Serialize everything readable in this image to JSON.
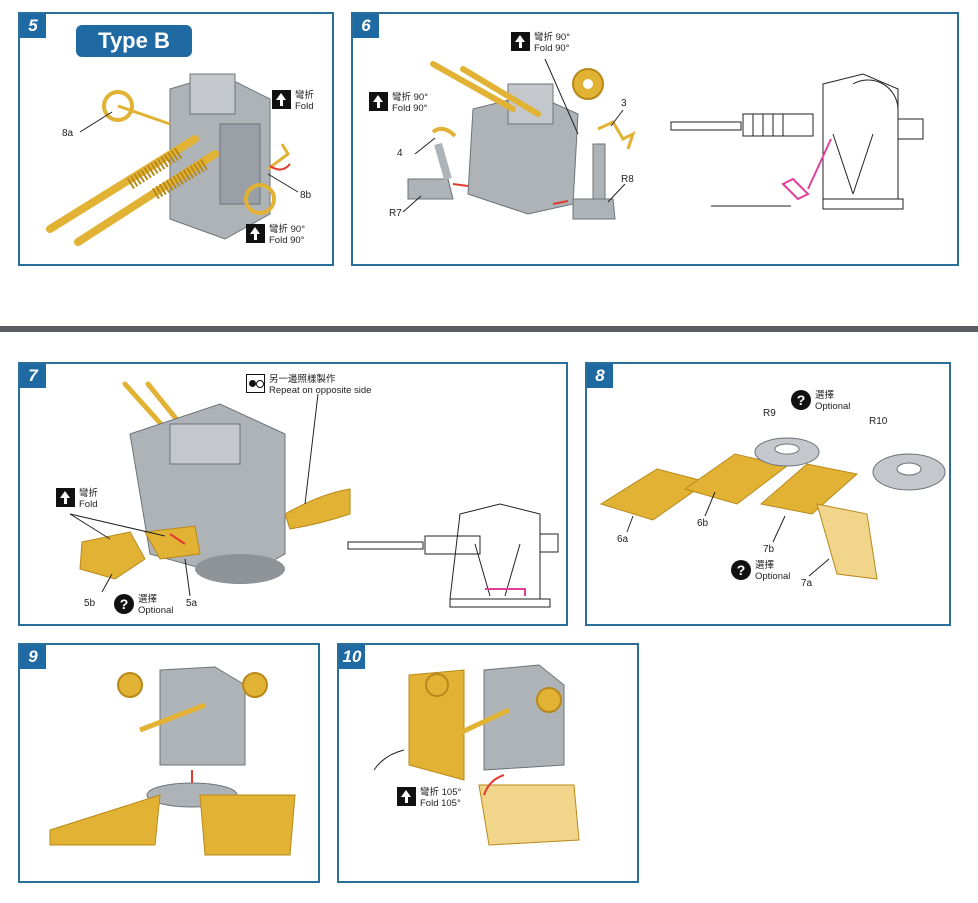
{
  "steps": {
    "s5": {
      "number": "5",
      "badge": "Type B",
      "parts": [
        "8a",
        "8b"
      ],
      "callouts": {
        "fold": {
          "zh": "彎折",
          "en": "Fold"
        },
        "fold90": {
          "zh": "彎折 90°",
          "en": "Fold 90°"
        }
      }
    },
    "s6": {
      "number": "6",
      "parts": [
        "4",
        "R7",
        "3",
        "R8"
      ],
      "callouts": {
        "fold90_left": {
          "zh": "彎折 90°",
          "en": "Fold 90°"
        },
        "fold90_top": {
          "zh": "彎折 90°",
          "en": "Fold 90°"
        }
      }
    },
    "s7": {
      "number": "7",
      "parts": [
        "5b",
        "5a"
      ],
      "callouts": {
        "repeat": {
          "zh": "另一邊照樣製作",
          "en": "Repeat on opposite side"
        },
        "fold": {
          "zh": "彎折",
          "en": "Fold"
        },
        "optional": {
          "zh": "選擇",
          "en": "Optional"
        }
      }
    },
    "s8": {
      "number": "8",
      "parts": [
        "R9",
        "R10",
        "6a",
        "6b",
        "7b",
        "7a"
      ],
      "callouts": {
        "optional_top": {
          "zh": "選擇",
          "en": "Optional"
        },
        "optional_bottom": {
          "zh": "選擇",
          "en": "Optional"
        }
      }
    },
    "s9": {
      "number": "9"
    },
    "s10": {
      "number": "10",
      "callouts": {
        "fold105": {
          "zh": "彎折 105°",
          "en": "Fold 105°"
        }
      }
    }
  },
  "colors": {
    "border": "#2a6f9a",
    "step_badge": "#1f6aa3",
    "brass": "#e1b233",
    "grey_part": "#aeb3b8",
    "highlight": "#e0409c",
    "arrow": "#e23b2f",
    "divider": "#5a5d61"
  }
}
